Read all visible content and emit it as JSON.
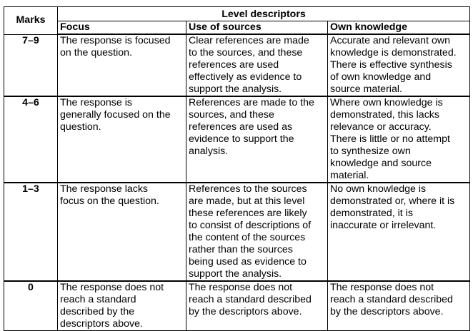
{
  "header": {
    "marks_label": "Marks",
    "level_descriptors_label": "Level descriptors",
    "columns": [
      "Focus",
      "Use of sources",
      "Own knowledge"
    ]
  },
  "rows": [
    {
      "marks": "7–9",
      "focus": "The response is focused\non the question.",
      "sources": "Clear references are made\nto the sources, and these\nreferences are used\neffectively as evidence to\nsupport the analysis.",
      "knowledge": "Accurate and relevant own\nknowledge is demonstrated.\nThere is effective synthesis\nof own knowledge and\nsource material."
    },
    {
      "marks": "4–6",
      "focus": "The response is\ngenerally focused on the\nquestion.",
      "sources": "References are made to the\nsources, and these\nreferences are used as\nevidence to support the\nanalysis.",
      "knowledge": "Where own knowledge is\ndemonstrated, this lacks\nrelevance or accuracy.\nThere is little or no attempt\nto synthesize own\nknowledge and source\nmaterial."
    },
    {
      "marks": "1–3",
      "focus": "The response lacks\nfocus on the question.",
      "sources": "References to the sources\nare made, but at this level\nthese references are likely\nto consist of descriptions of\nthe content of the sources\nrather than the sources\nbeing used as evidence to\nsupport the analysis.",
      "knowledge": "No own knowledge is\ndemonstrated or, where it is\ndemonstrated, it is\ninaccurate or irrelevant."
    },
    {
      "marks": "0",
      "focus": "The response does not\nreach a standard\ndescribed by the\ndescriptors above.",
      "sources": "The response does not\nreach a standard described\nby the descriptors above.",
      "knowledge": "The response does not\nreach a standard described\nby the descriptors above."
    }
  ]
}
